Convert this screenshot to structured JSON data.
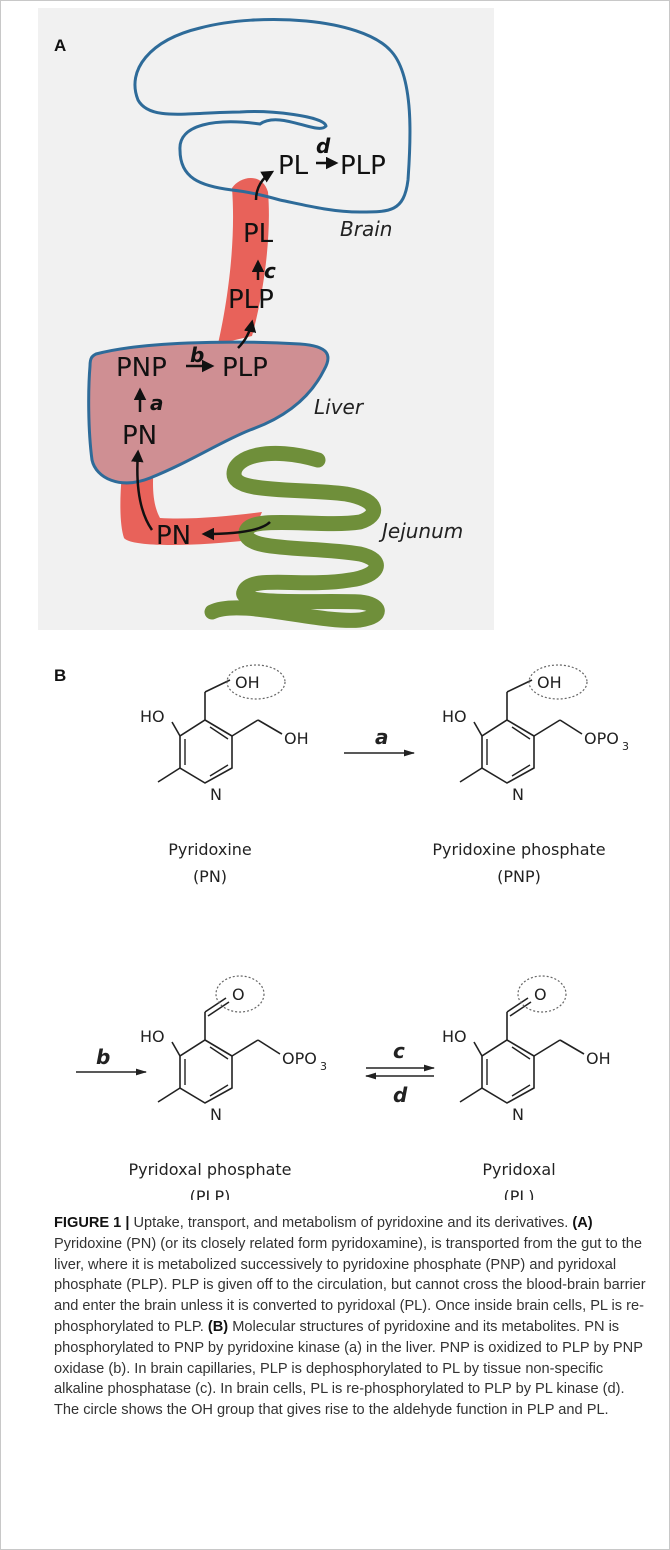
{
  "panel_a": {
    "label": "A",
    "organs": {
      "brain": "Brain",
      "liver": "Liver",
      "jejunum": "Jejunum"
    },
    "metabolites": {
      "brain_pl": "PL",
      "brain_plp": "PLP",
      "capillary_pl": "PL",
      "capillary_plp": "PLP",
      "liver_pnp": "PNP",
      "liver_plp": "PLP",
      "liver_pn": "PN",
      "gut_pn": "PN"
    },
    "enzyme_labels": {
      "a": "a",
      "b": "b",
      "c": "c",
      "d": "d"
    },
    "colors": {
      "outline": "#2e6b99",
      "blood": "#e8625a",
      "liver_fill": "#cf8f93",
      "gut": "#6f8f3a"
    }
  },
  "panel_b": {
    "label": "B",
    "groups": {
      "oh": "OH",
      "ho": "HO",
      "n": "N",
      "o": "O",
      "opo3": "OPO",
      "sub3": "3"
    },
    "reactions": {
      "a": "a",
      "b": "b",
      "c": "c",
      "d": "d"
    },
    "compounds": [
      {
        "name": "Pyridoxine",
        "abbr": "(PN)"
      },
      {
        "name": "Pyridoxine phosphate",
        "abbr": "(PNP)"
      },
      {
        "name": "Pyridoxal phosphate",
        "abbr": "(PLP)"
      },
      {
        "name": "Pyridoxal",
        "abbr": "(PL)"
      }
    ]
  },
  "caption": {
    "figure_label": "FIGURE 1 |",
    "intro": " Uptake, transport, and metabolism of pyridoxine and its derivatives. ",
    "a_label": "(A)",
    "a_text": " Pyridoxine (PN) (or its closely related form pyridoxamine), is transported from the gut to the liver, where it is metabolized successively to pyridoxine phosphate (PNP) and pyridoxal phosphate (PLP). PLP is given off to the circulation, but cannot cross the blood-brain barrier and enter the brain unless it is converted to pyridoxal (PL). Once inside brain cells, PL is re-phosphorylated to PLP. ",
    "b_label": "(B)",
    "b_text": " Molecular structures of pyridoxine and its metabolites. PN is phosphorylated to PNP by pyridoxine kinase (a) in the liver. PNP is oxidized to PLP by PNP oxidase (b). In brain capillaries, PLP is dephosphorylated to PL by tissue non-specific alkaline phosphatase (c). In brain cells, PL is re-phosphorylated to PLP by PL kinase (d). The circle shows the OH group that gives rise to the aldehyde function in PLP and PL."
  }
}
